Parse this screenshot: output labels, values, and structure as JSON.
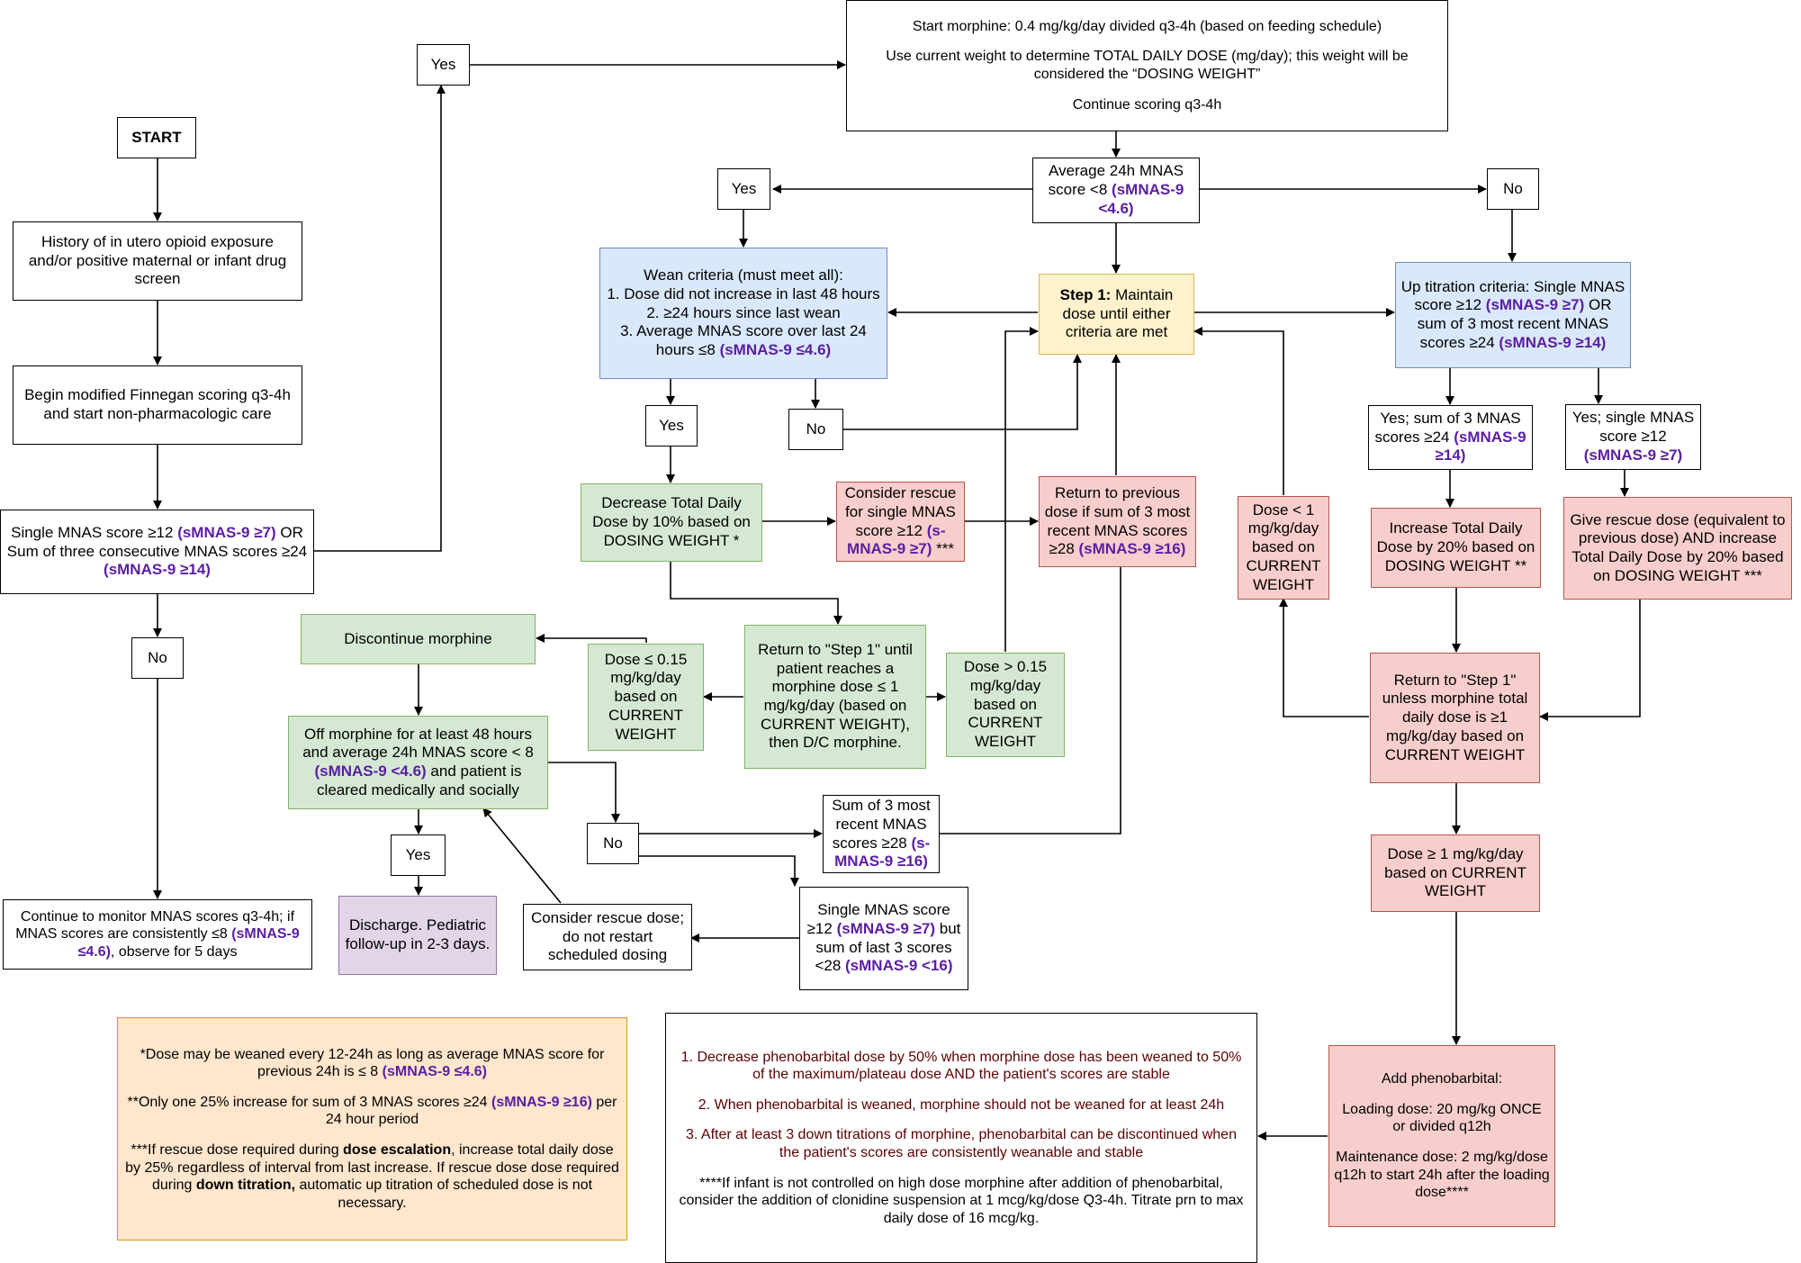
{
  "nodes": {
    "start": "START",
    "history": "History of in utero opioid exposure and/or positive maternal or infant drug screen",
    "begin_scoring": "Begin modified Finnegan scoring q3-4h and start non-pharmacologic care",
    "single_score_a": "Single MNAS score ≥12 ",
    "single_score_hl1": "(sMNAS-9 ≥7)",
    "single_score_b": " OR Sum of three consecutive MNAS scores ≥24 ",
    "single_score_hl2": "(sMNAS-9 ≥14)",
    "no_left": "No",
    "yes_top": "Yes",
    "continue_monitor_a": "Continue to monitor MNAS scores q3-4h; if MNAS scores are consistently ≤8 ",
    "continue_monitor_hl": "(sMNAS-9 ≤4.6)",
    "continue_monitor_b": ", observe for 5 days",
    "discharge": "Discharge. Pediatric follow-up in 2-3 days.",
    "start_morphine_1": "Start morphine: 0.4 mg/kg/day divided q3-4h (based on feeding schedule)",
    "start_morphine_2": "Use current weight to determine TOTAL DAILY DOSE (mg/day); this weight will be considered the “DOSING WEIGHT”",
    "start_morphine_3": "Continue scoring q3-4h",
    "avg24_a": "Average 24h MNAS score <8 ",
    "avg24_hl": "(sMNAS-9 <4.6)",
    "yes_left": "Yes",
    "no_right": "No",
    "wean_title": "Wean criteria (must meet all):",
    "wean_1": "1. Dose did not increase in last 48 hours",
    "wean_2": "2. ≥24 hours since last wean",
    "wean_3a": "3. Average MNAS score over last 24 hours ≤8 ",
    "wean_3hl": "(sMNAS-9 ≤4.6)",
    "step1_bold": "Step 1:",
    "step1_rest": " Maintain dose until either criteria are met",
    "uptitration_a": "Up titration criteria: Single MNAS score ≥12 ",
    "uptitration_hl1": "(sMNAS-9 ≥7)",
    "uptitration_b": " OR sum of 3 most recent MNAS scores ≥24 ",
    "uptitration_hl2": "(sMNAS-9 ≥14)",
    "yes_wean": "Yes",
    "no_wean": "No",
    "decrease_tdd": "Decrease Total Daily Dose by 10% based on DOSING WEIGHT *",
    "consider_rescue_a": "Consider rescue for single MNAS score ≥12 ",
    "consider_rescue_hl": "(s-MNAS-9 ≥7)",
    "consider_rescue_b": " ***",
    "return_prev_a": "Return to previous dose if sum of 3 most recent MNAS scores ≥28 ",
    "return_prev_hl": "(sMNAS-9 ≥16)",
    "dose_lt1": "Dose < 1 mg/kg/day based on CURRENT WEIGHT",
    "yes_sum3_a": "Yes; sum of 3 MNAS scores ≥24 ",
    "yes_sum3_hl": "(sMNAS-9 ≥14)",
    "yes_single_a": "Yes; single MNAS score ≥12 ",
    "yes_single_hl": "(sMNAS-9 ≥7)",
    "increase_tdd": "Increase Total Daily Dose by 20% based on DOSING WEIGHT **",
    "give_rescue": "Give rescue dose (equivalent to previous dose) AND increase Total Daily Dose by 20% based on DOSING WEIGHT ***",
    "discontinue": "Discontinue morphine",
    "dose_le015": "Dose ≤ 0.15 mg/kg/day based on CURRENT WEIGHT",
    "return_step1_mid": "Return to \"Step 1\" until patient reaches a morphine dose ≤ 1 mg/kg/day (based on CURRENT WEIGHT), then D/C morphine.",
    "dose_gt015": "Dose > 0.15 mg/kg/day based on CURRENT WEIGHT",
    "return_step1_right": "Return to \"Step 1\" unless morphine total daily dose is ≥1 mg/kg/day based on CURRENT WEIGHT",
    "off_morphine_a": "Off morphine for at least 48 hours and average 24h MNAS score < 8 ",
    "off_morphine_hl": "(sMNAS-9 <4.6)",
    "off_morphine_b": " and patient is cleared medically and socially",
    "yes_off": "Yes",
    "no_off": "No",
    "sum3_28_a": "Sum of 3 most recent MNAS scores ≥28 ",
    "sum3_28_hl": "(s-MNAS-9 ≥16)",
    "consider_rescue_dose": "Consider rescue dose; do not restart scheduled dosing",
    "single_12_a": "Single MNAS score ≥12 ",
    "single_12_hl": "(sMNAS-9 ≥7)",
    "single_12_b": " but sum of last 3 scores <28 ",
    "single_12_hl2": "(sMNAS-9 <16)",
    "dose_ge1": "Dose ≥ 1 mg/kg/day based on CURRENT WEIGHT",
    "pheno_1": "Add phenobarbital:",
    "pheno_2": "Loading dose: 20 mg/kg ONCE or divided q12h",
    "pheno_3": "Maintenance dose: 2 mg/kg/dose q12h to start 24h after the loading dose****"
  },
  "footnotes": {
    "n1_a": "*Dose may be weaned every 12-24h as long as average MNAS score for previous 24h is ≤ 8 ",
    "n1_hl": "(sMNAS-9 ≤4.6)",
    "n2_a": "**Only one 25% increase for sum of 3 MNAS scores ≥24 ",
    "n2_hl": "(sMNAS-9 ≥16)",
    "n2_b": " per 24 hour period",
    "n3_a": "***If rescue dose required during ",
    "n3_b1": "dose escalation",
    "n3_c": ", increase total daily dose by 25% regardless of interval from last increase. If rescue dose dose required during ",
    "n3_b2": "down titration,",
    "n3_d": " automatic up titration of scheduled dose is not necessary."
  },
  "pheno_notes": {
    "p1": "1. Decrease phenobarbital dose by 50% when morphine dose has been weaned to 50% of the maximum/plateau dose AND the patient's scores are stable",
    "p2": "2. When phenobarbital is weaned, morphine should not be weaned for at least 24h",
    "p3": "3. After at least 3 down titrations of morphine, phenobarbital can be discontinued when the patient's scores are consistently weanable and stable",
    "p4": "****If infant is not controlled on high dose morphine after addition of phenobarbital, consider the addition of clonidine suspension at 1 mcg/kg/dose Q3-4h. Titrate prn to max daily dose of 16 mcg/kg."
  },
  "colors": {
    "highlight": "#5a1ea3",
    "blue_fill": "#dae8fc",
    "yellow_fill": "#fff2cc",
    "green_fill": "#d5e8d4",
    "red_fill": "#f8cecc",
    "purple_fill": "#e1d5e7",
    "orange_fill": "#ffe6cc"
  }
}
